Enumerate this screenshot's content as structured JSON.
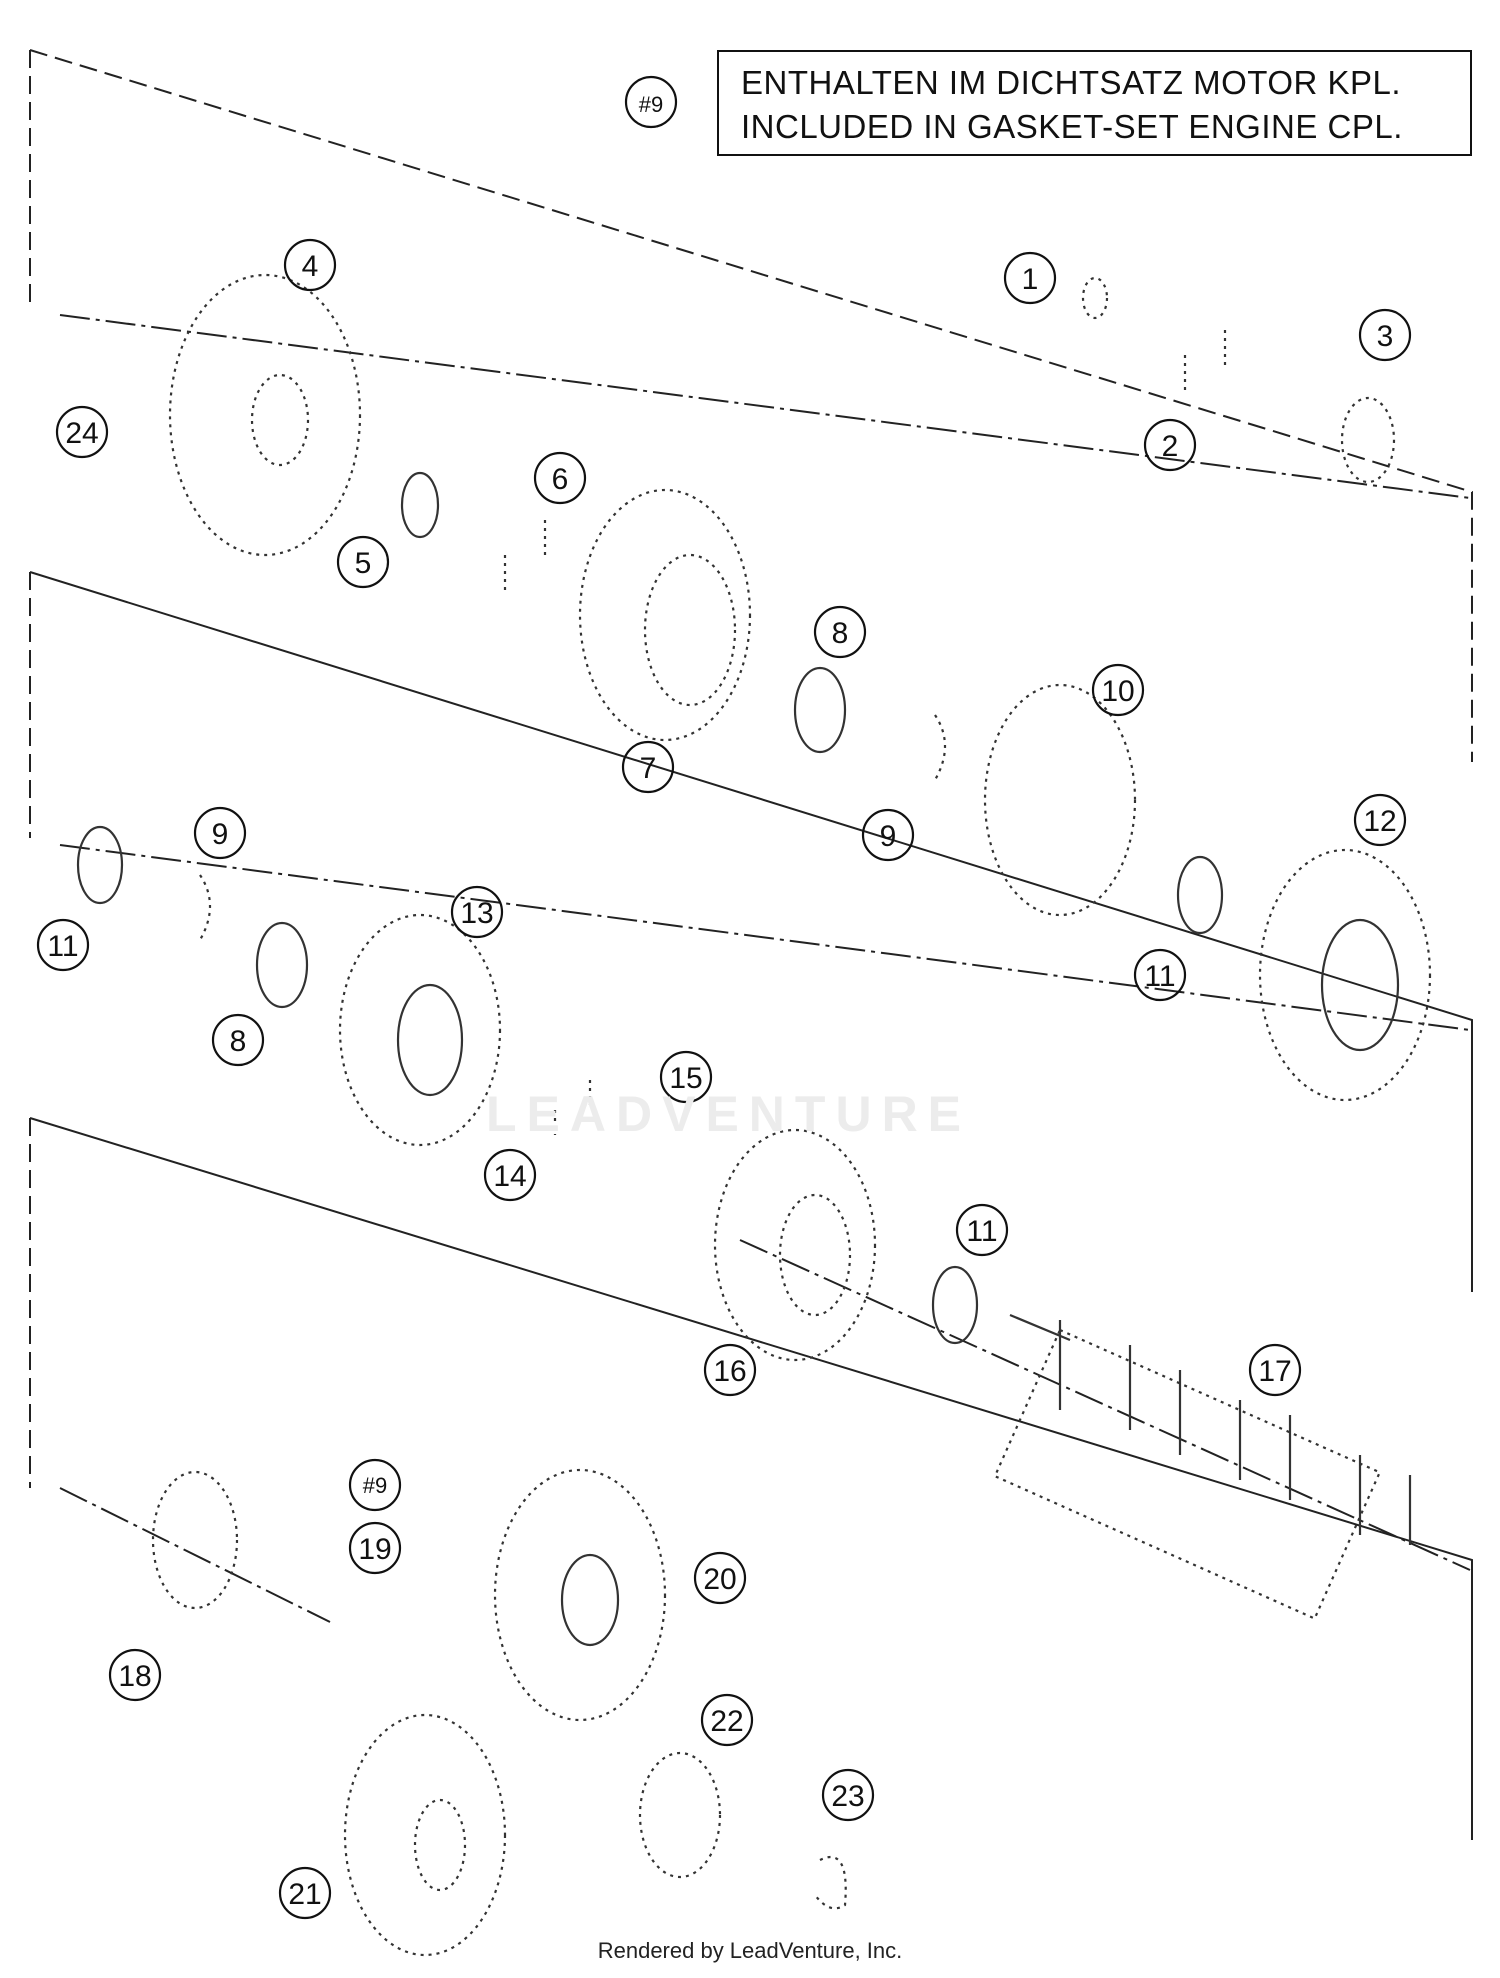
{
  "legend": {
    "marker": "#9",
    "line1": "ENTHALTEN IM DICHTSATZ MOTOR KPL.",
    "line2": "INCLUDED IN GASKET-SET ENGINE CPL."
  },
  "callouts": [
    {
      "id": "c1",
      "label": "1"
    },
    {
      "id": "c2",
      "label": "2"
    },
    {
      "id": "c3",
      "label": "3"
    },
    {
      "id": "c4",
      "label": "4"
    },
    {
      "id": "c5",
      "label": "5"
    },
    {
      "id": "c6",
      "label": "6"
    },
    {
      "id": "c7",
      "label": "7"
    },
    {
      "id": "c8a",
      "label": "8"
    },
    {
      "id": "c8b",
      "label": "8"
    },
    {
      "id": "c9a",
      "label": "9"
    },
    {
      "id": "c9b",
      "label": "9"
    },
    {
      "id": "c10",
      "label": "10"
    },
    {
      "id": "c11a",
      "label": "11"
    },
    {
      "id": "c11b",
      "label": "11"
    },
    {
      "id": "c11c",
      "label": "11"
    },
    {
      "id": "c12",
      "label": "12"
    },
    {
      "id": "c13",
      "label": "13"
    },
    {
      "id": "c14",
      "label": "14"
    },
    {
      "id": "c15",
      "label": "15"
    },
    {
      "id": "c16",
      "label": "16"
    },
    {
      "id": "c17",
      "label": "17"
    },
    {
      "id": "c18",
      "label": "18"
    },
    {
      "id": "c9c",
      "label": "#9"
    },
    {
      "id": "c19",
      "label": "19"
    },
    {
      "id": "c20",
      "label": "20"
    },
    {
      "id": "c21",
      "label": "21"
    },
    {
      "id": "c22",
      "label": "22"
    },
    {
      "id": "c23",
      "label": "23"
    },
    {
      "id": "c24",
      "label": "24"
    }
  ],
  "watermark": "LEADVENTURE",
  "footer": "Rendered by LeadVenture, Inc."
}
